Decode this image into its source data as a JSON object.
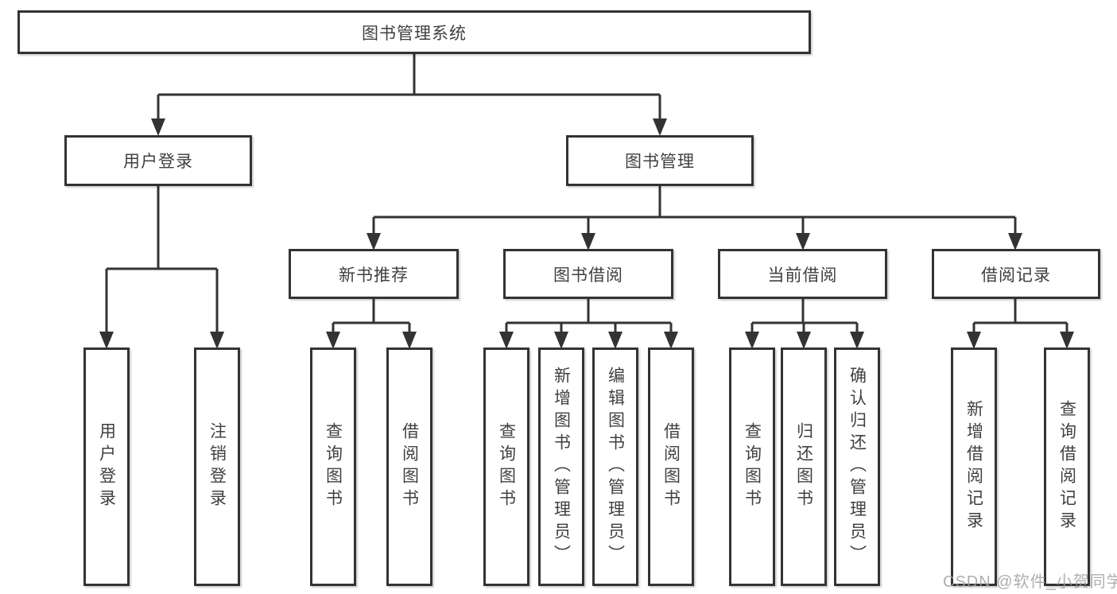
{
  "diagram": {
    "type": "tree",
    "root": {
      "label": "图书管理系统"
    },
    "level1": [
      {
        "label": "用户登录",
        "children": [
          "用户登录",
          "注销登录"
        ]
      },
      {
        "label": "图书管理"
      }
    ],
    "level2": [
      {
        "label": "新书推荐",
        "children": [
          "查询图书",
          "借阅图书"
        ]
      },
      {
        "label": "图书借阅",
        "children": [
          "查询图书",
          "新增图书（管理员）",
          "编辑图书（管理员）",
          "借阅图书"
        ]
      },
      {
        "label": "当前借阅",
        "children": [
          "查询图书",
          "归还图书",
          "确认归还（管理员）"
        ]
      },
      {
        "label": "借阅记录",
        "children": [
          "新增借阅记录",
          "查询借阅记录"
        ]
      }
    ]
  },
  "watermark": {
    "text": "CSDN @软件_小贺同学"
  },
  "colors": {
    "line": "#333333",
    "box_border": "#333333",
    "box_fill": "#ffffff",
    "text": "#404040",
    "watermark": "#a6a0a0",
    "background": "#ffffff"
  }
}
